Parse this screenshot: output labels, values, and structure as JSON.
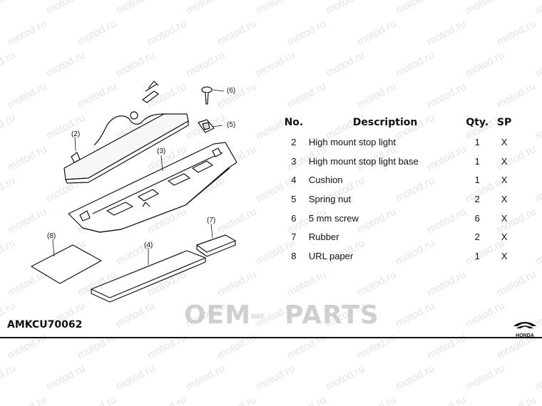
{
  "watermark": {
    "text": "motod.ru"
  },
  "callouts": [
    "(2)",
    "(3)",
    "(4)",
    "(5)",
    "(6)",
    "(7)",
    "(8)"
  ],
  "table": {
    "headers": {
      "no": "No.",
      "description": "Description",
      "qty": "Qty.",
      "sp": "SP"
    },
    "rows": [
      {
        "no": "2",
        "description": "High mount stop light",
        "qty": "1",
        "sp": "X"
      },
      {
        "no": "3",
        "description": "High mount stop light base",
        "qty": "1",
        "sp": "X"
      },
      {
        "no": "4",
        "description": "Cushion",
        "qty": "1",
        "sp": "X"
      },
      {
        "no": "5",
        "description": "Spring nut",
        "qty": "2",
        "sp": "X"
      },
      {
        "no": "6",
        "description": "5 mm screw",
        "qty": "6",
        "sp": "X"
      },
      {
        "no": "7",
        "description": "Rubber",
        "qty": "2",
        "sp": "X"
      },
      {
        "no": "8",
        "description": "URL paper",
        "qty": "1",
        "sp": "X"
      }
    ]
  },
  "footer": {
    "part_code": "AMKCU70062",
    "brand_left": "OEM",
    "brand_mid": "BIKE",
    "brand_right": "PARTS",
    "honda_label": "HONDA"
  }
}
